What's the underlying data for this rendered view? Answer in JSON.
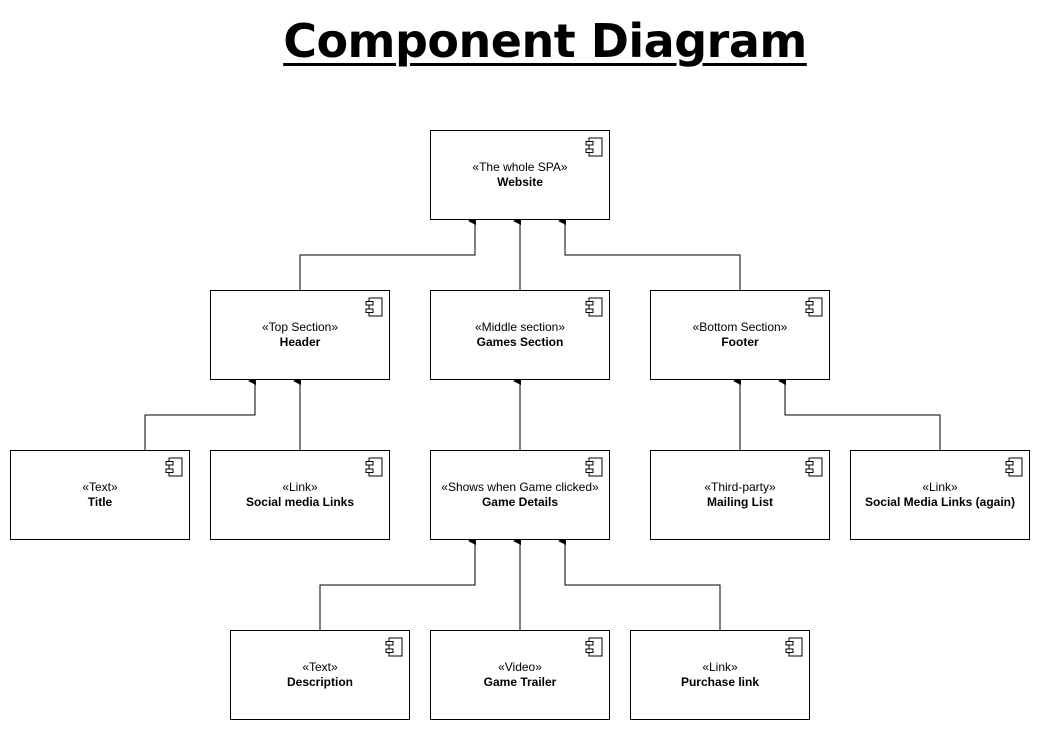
{
  "title": "Component Diagram",
  "nodes": {
    "website": {
      "stereotype": "«The whole SPA»",
      "name": "Website"
    },
    "header": {
      "stereotype": "«Top Section»",
      "name": "Header"
    },
    "games_section": {
      "stereotype": "«Middle section»",
      "name": "Games Section"
    },
    "footer": {
      "stereotype": "«Bottom Section»",
      "name": "Footer"
    },
    "title_node": {
      "stereotype": "«Text»",
      "name": "Title"
    },
    "social_links": {
      "stereotype": "«Link»",
      "name": "Social media Links"
    },
    "game_details": {
      "stereotype": "«Shows when Game clicked»",
      "name": "Game Details"
    },
    "mailing_list": {
      "stereotype": "«Third-party»",
      "name": "Mailing List"
    },
    "social_links_again": {
      "stereotype": "«Link»",
      "name": "Social Media Links (again)"
    },
    "description": {
      "stereotype": "«Text»",
      "name": "Description"
    },
    "game_trailer": {
      "stereotype": "«Video»",
      "name": "Game Trailer"
    },
    "purchase_link": {
      "stereotype": "«Link»",
      "name": "Purchase link"
    }
  },
  "edges": [
    {
      "from": "header",
      "to": "website"
    },
    {
      "from": "games_section",
      "to": "website"
    },
    {
      "from": "footer",
      "to": "website"
    },
    {
      "from": "title_node",
      "to": "header"
    },
    {
      "from": "social_links",
      "to": "header"
    },
    {
      "from": "game_details",
      "to": "games_section"
    },
    {
      "from": "mailing_list",
      "to": "footer"
    },
    {
      "from": "social_links_again",
      "to": "footer"
    },
    {
      "from": "description",
      "to": "game_details"
    },
    {
      "from": "game_trailer",
      "to": "game_details"
    },
    {
      "from": "purchase_link",
      "to": "game_details"
    }
  ],
  "icon": "component-icon"
}
